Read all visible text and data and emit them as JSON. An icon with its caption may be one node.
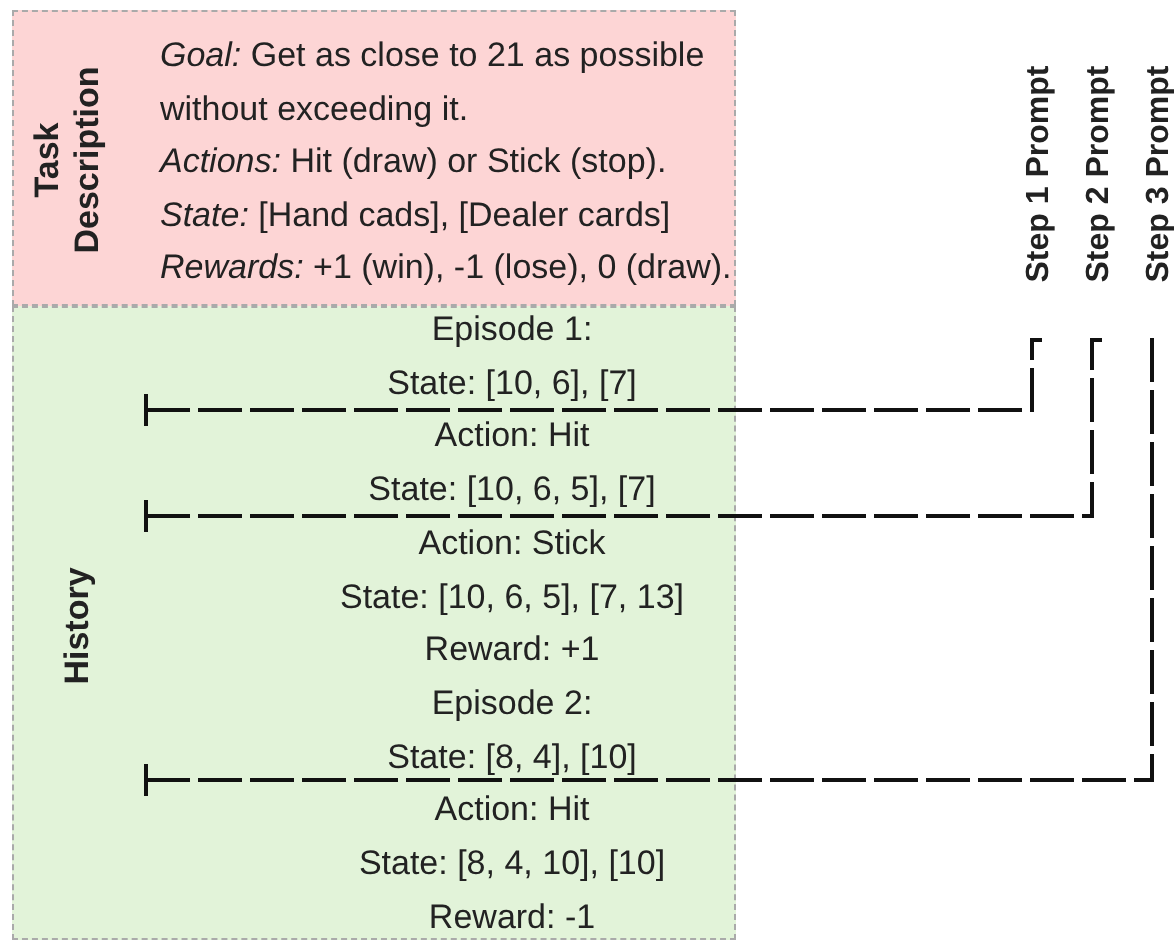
{
  "diagram": {
    "nodes": [
      {
        "text": [
          "Task Description",
          "*Goal:* Get as close to 21 as possible without exceeding it.",
          "*Actions:* Hit (draw) or Stick (stop).",
          "*State:* [Hand cads], [Dealer cards]",
          "*Rewards:* +1 (win), -1 (lose), 0 (draw)."
        ]
      },
      {
        "text": [
          "History",
          "Episode 1:",
          "State: [10, 6], [7]",
          "Action: Hit",
          "State: [10, 6, 5],  [7]",
          "Action: Stick",
          "State: [10, 6, 5], [7, 13]",
          "Reward: +1",
          "Episode 2:",
          "State: [8, 4], [10]",
          "Action: Hit",
          "State: [8, 4, 10], [10]",
          "Reward: -1"
        ]
      }
    ],
    "labels": [
      "Step 1 Prompt",
      "Step 2 Prompt",
      "Step 3 Prompt"
    ]
  }
}
